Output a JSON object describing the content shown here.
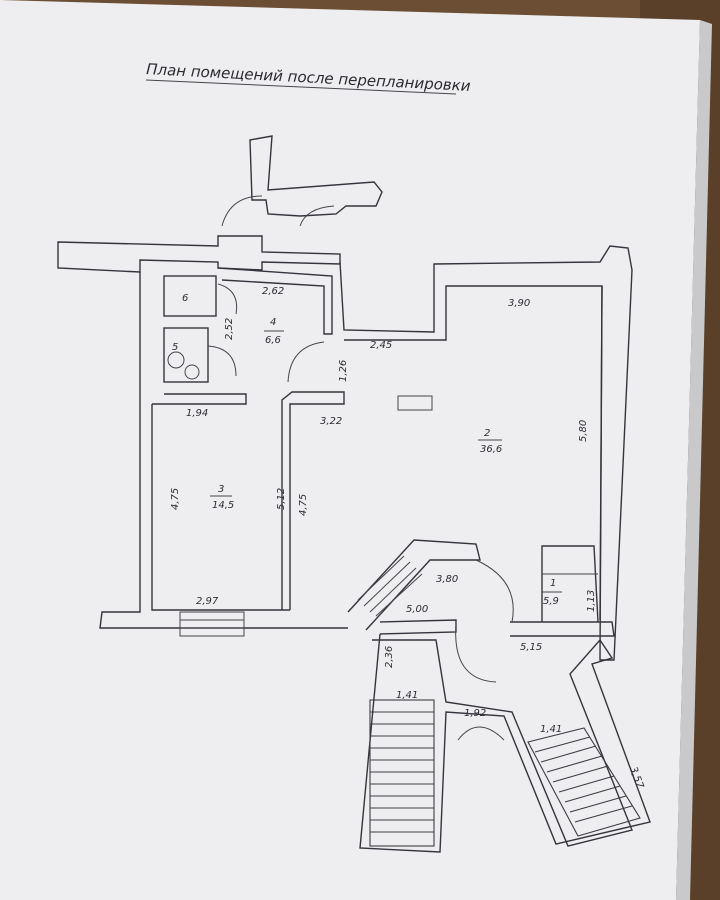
{
  "plan": {
    "title": "План помещений после перепланировки",
    "rooms": [
      {
        "number": "1",
        "area": "5,9"
      },
      {
        "number": "2",
        "area": "36,6"
      },
      {
        "number": "3",
        "area": "14,5"
      },
      {
        "number": "4",
        "area": "6,6"
      },
      {
        "number": "5",
        "area": ""
      },
      {
        "number": "6",
        "area": ""
      }
    ],
    "dimensions": {
      "d262": "2,62",
      "d252": "2,52",
      "d194": "1,94",
      "d245": "2,45",
      "d126": "1,26",
      "d390": "3,90",
      "d322": "3,22",
      "d580": "5,80",
      "d475a": "4,75",
      "d512": "5,12",
      "d475b": "4,75",
      "d297": "2,97",
      "d380": "3,80",
      "d500": "5,00",
      "d113": "1,13",
      "d515": "5,15",
      "d236": "2,36",
      "d141a": "1,41",
      "d192": "1,92",
      "d141b": "1,41",
      "d357": "3,57"
    }
  }
}
